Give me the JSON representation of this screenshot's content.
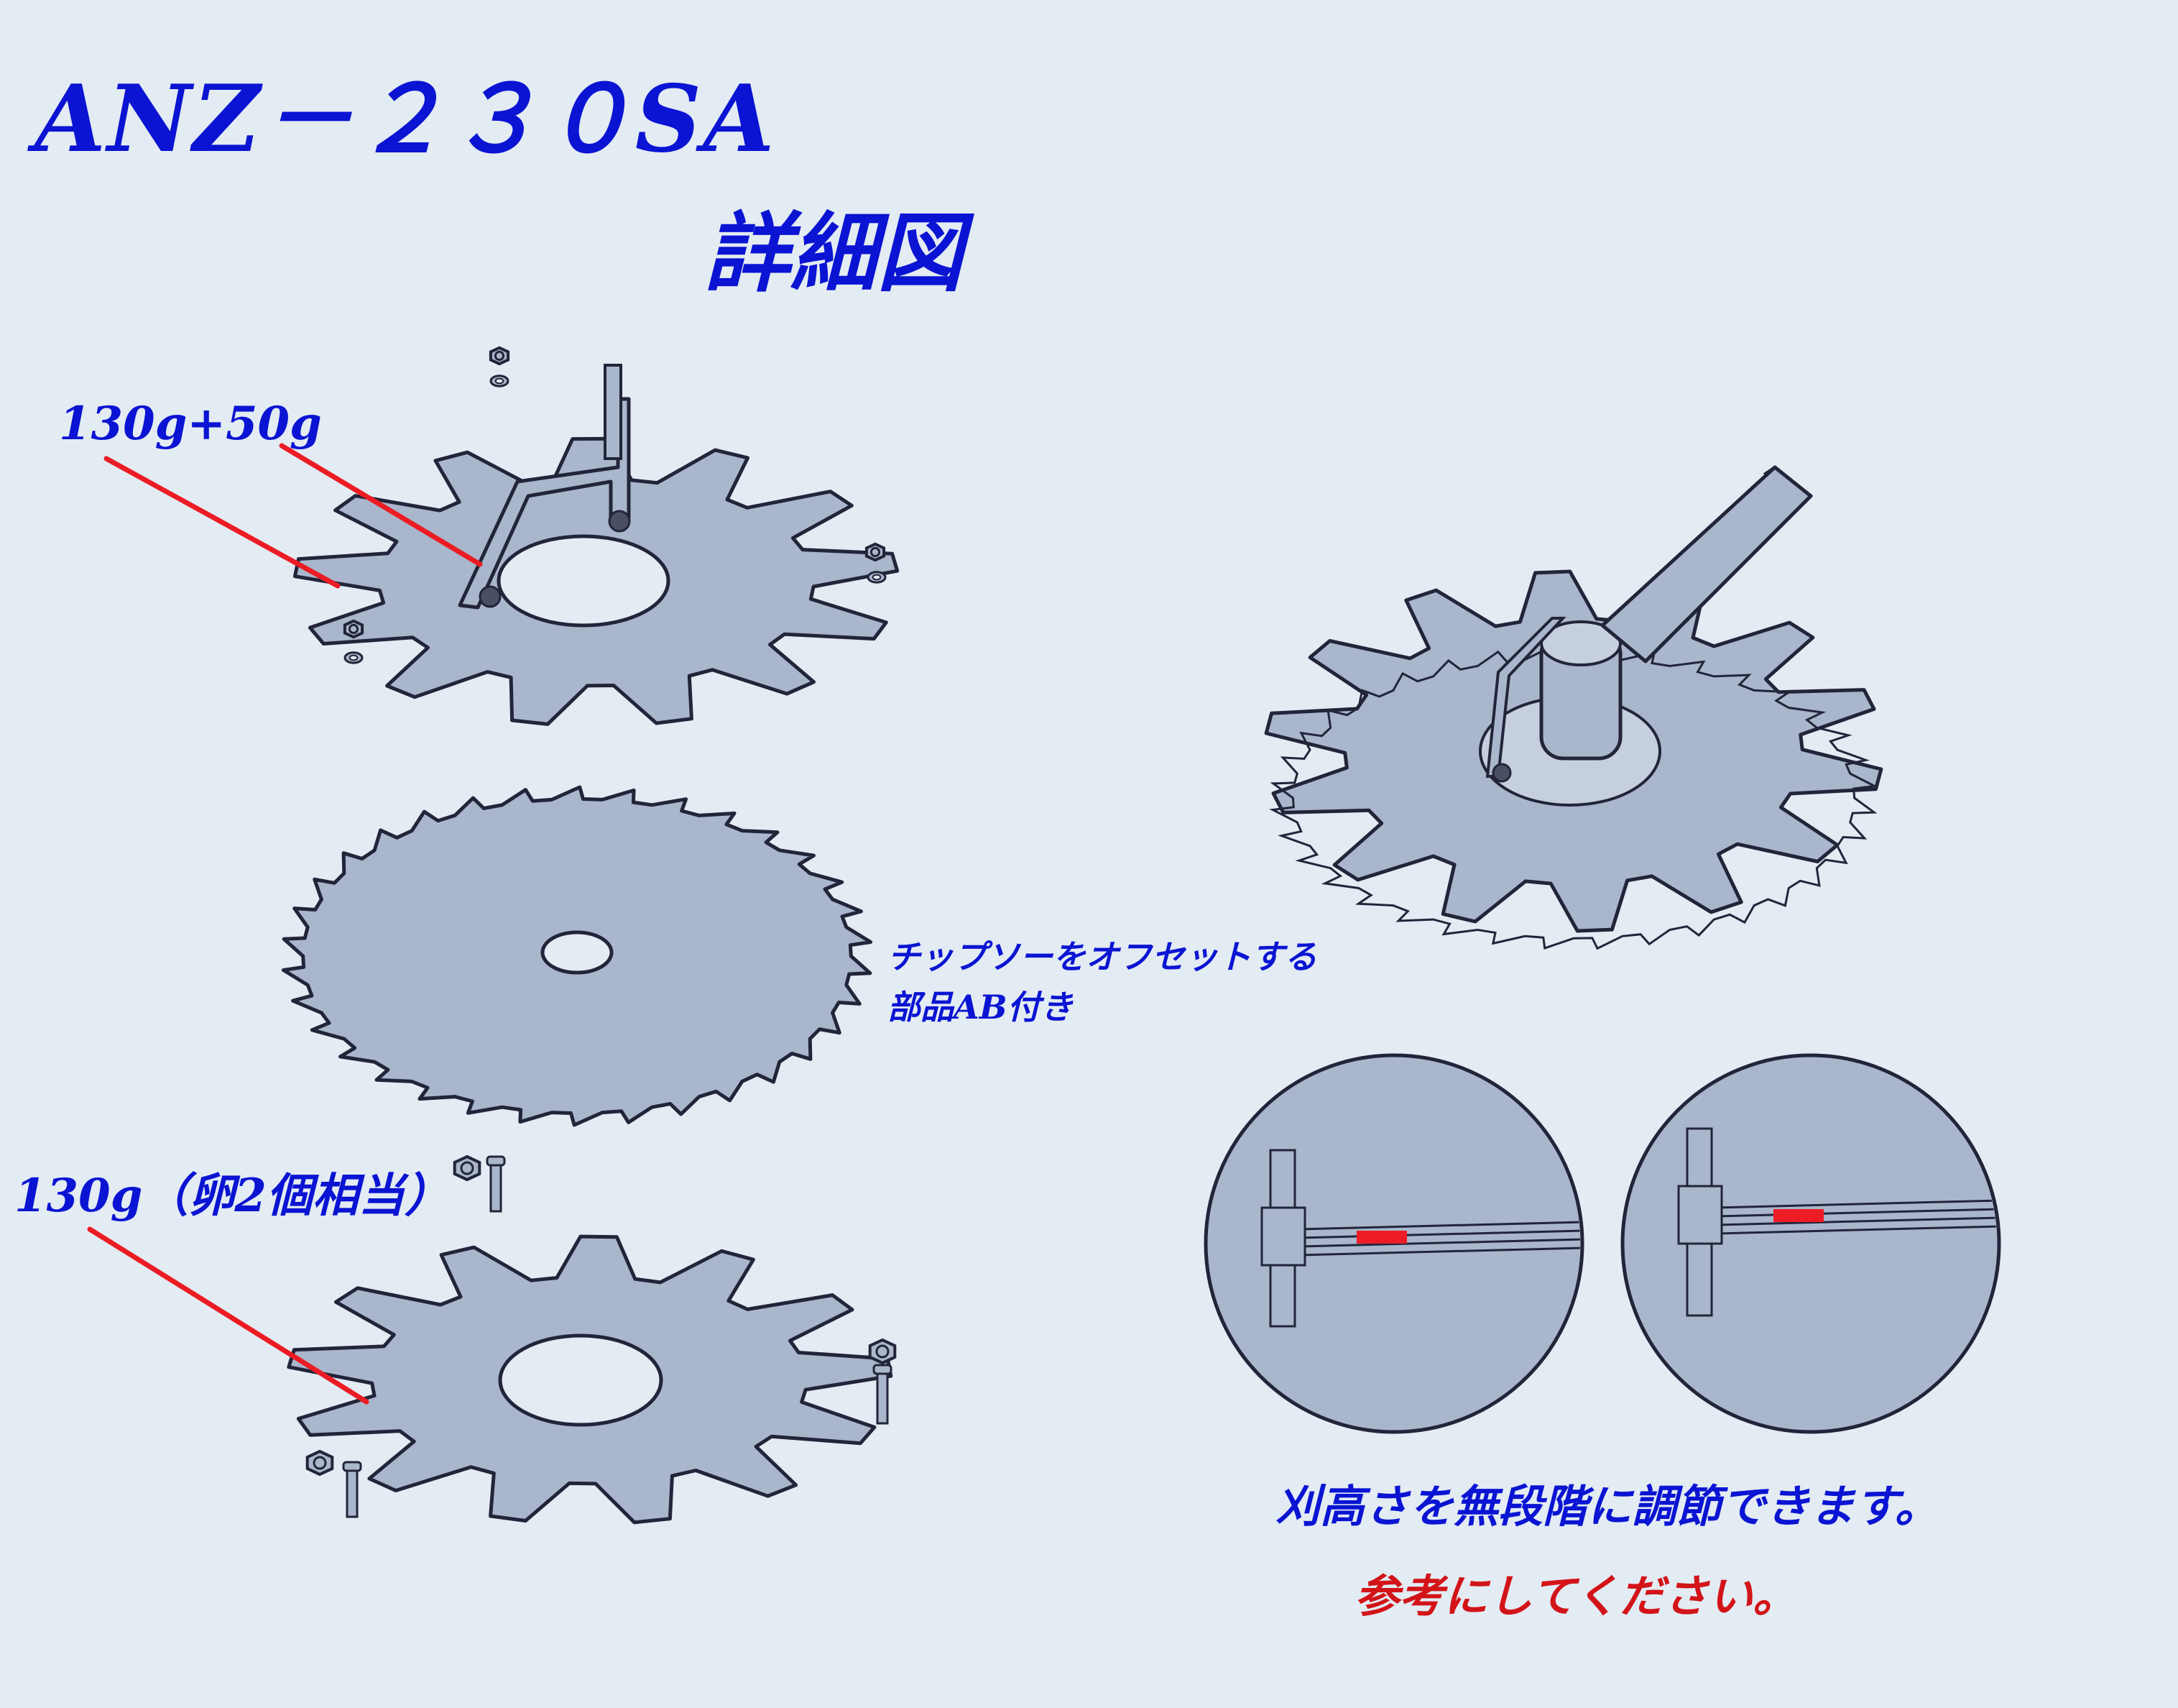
{
  "title": "ANZ－２３０SA",
  "subtitle": "詳細図",
  "labels": {
    "top_disc": "130g+50g",
    "bottom_disc": "130g（卵2個相当）"
  },
  "notes": {
    "line1": "チップソーをオフセットする",
    "line2": "部品AB付き"
  },
  "caption": "刈高さを無段階に調節できます。",
  "reference": "参考にしてください。",
  "colors": {
    "background": "#e3ebf3",
    "title_text": "#0a14d2",
    "reference_text": "#d21418",
    "leader_line": "#ec1c24",
    "part_fill": "#a9b6cb",
    "part_outline": "#22253a",
    "indicator": "#ee1c24"
  },
  "icons": [
    "nut-icon",
    "washer-icon",
    "bolt-icon"
  ]
}
